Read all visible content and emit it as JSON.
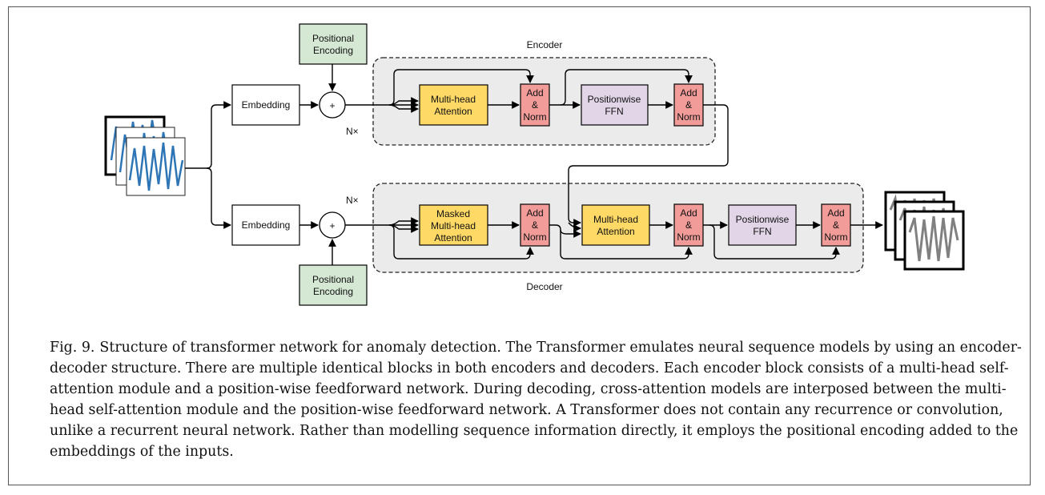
{
  "diagram": {
    "encoder_label": "Encoder",
    "decoder_label": "Decoder",
    "encoder_repeat": "N×",
    "decoder_repeat": "N×",
    "embedding_label": "Embedding",
    "positional_encoding": [
      "Positional",
      "Encoding"
    ],
    "plus_symbol": "+",
    "multi_head_attention": [
      "Multi-head",
      "Attention"
    ],
    "masked_multi_head_attention": [
      "Masked",
      "Multi-head",
      "Attention"
    ],
    "add_norm": [
      "Add",
      "&",
      "Norm"
    ],
    "positionwise_ffn": [
      "Positionwise",
      "FFN"
    ]
  },
  "colors": {
    "positional_encoding_fill": "#d5e8d4",
    "attention_fill": "#ffd966",
    "add_norm_fill": "#f19c99",
    "ffn_fill": "#e1d5e7",
    "block_background": "#ebebeb",
    "input_series": "#2e75b6",
    "output_series": "#808080"
  },
  "caption": {
    "figure": "Fig. 9.",
    "text": "Structure of transformer network for anomaly detection. The Transformer emulates neural sequence models by using an encoder-decoder structure. There are multiple identical blocks in both encoders and decoders. Each encoder block consists of a multi-head self-attention module and a position-wise feedforward network. During decoding, cross-attention models are interposed between the multi-head self-attention module and the position-wise feedforward network. A Transformer does not contain any recurrence or convolution, unlike a recurrent neural network. Rather than modelling sequence information directly, it employs the positional encoding added to the embeddings of the inputs."
  }
}
